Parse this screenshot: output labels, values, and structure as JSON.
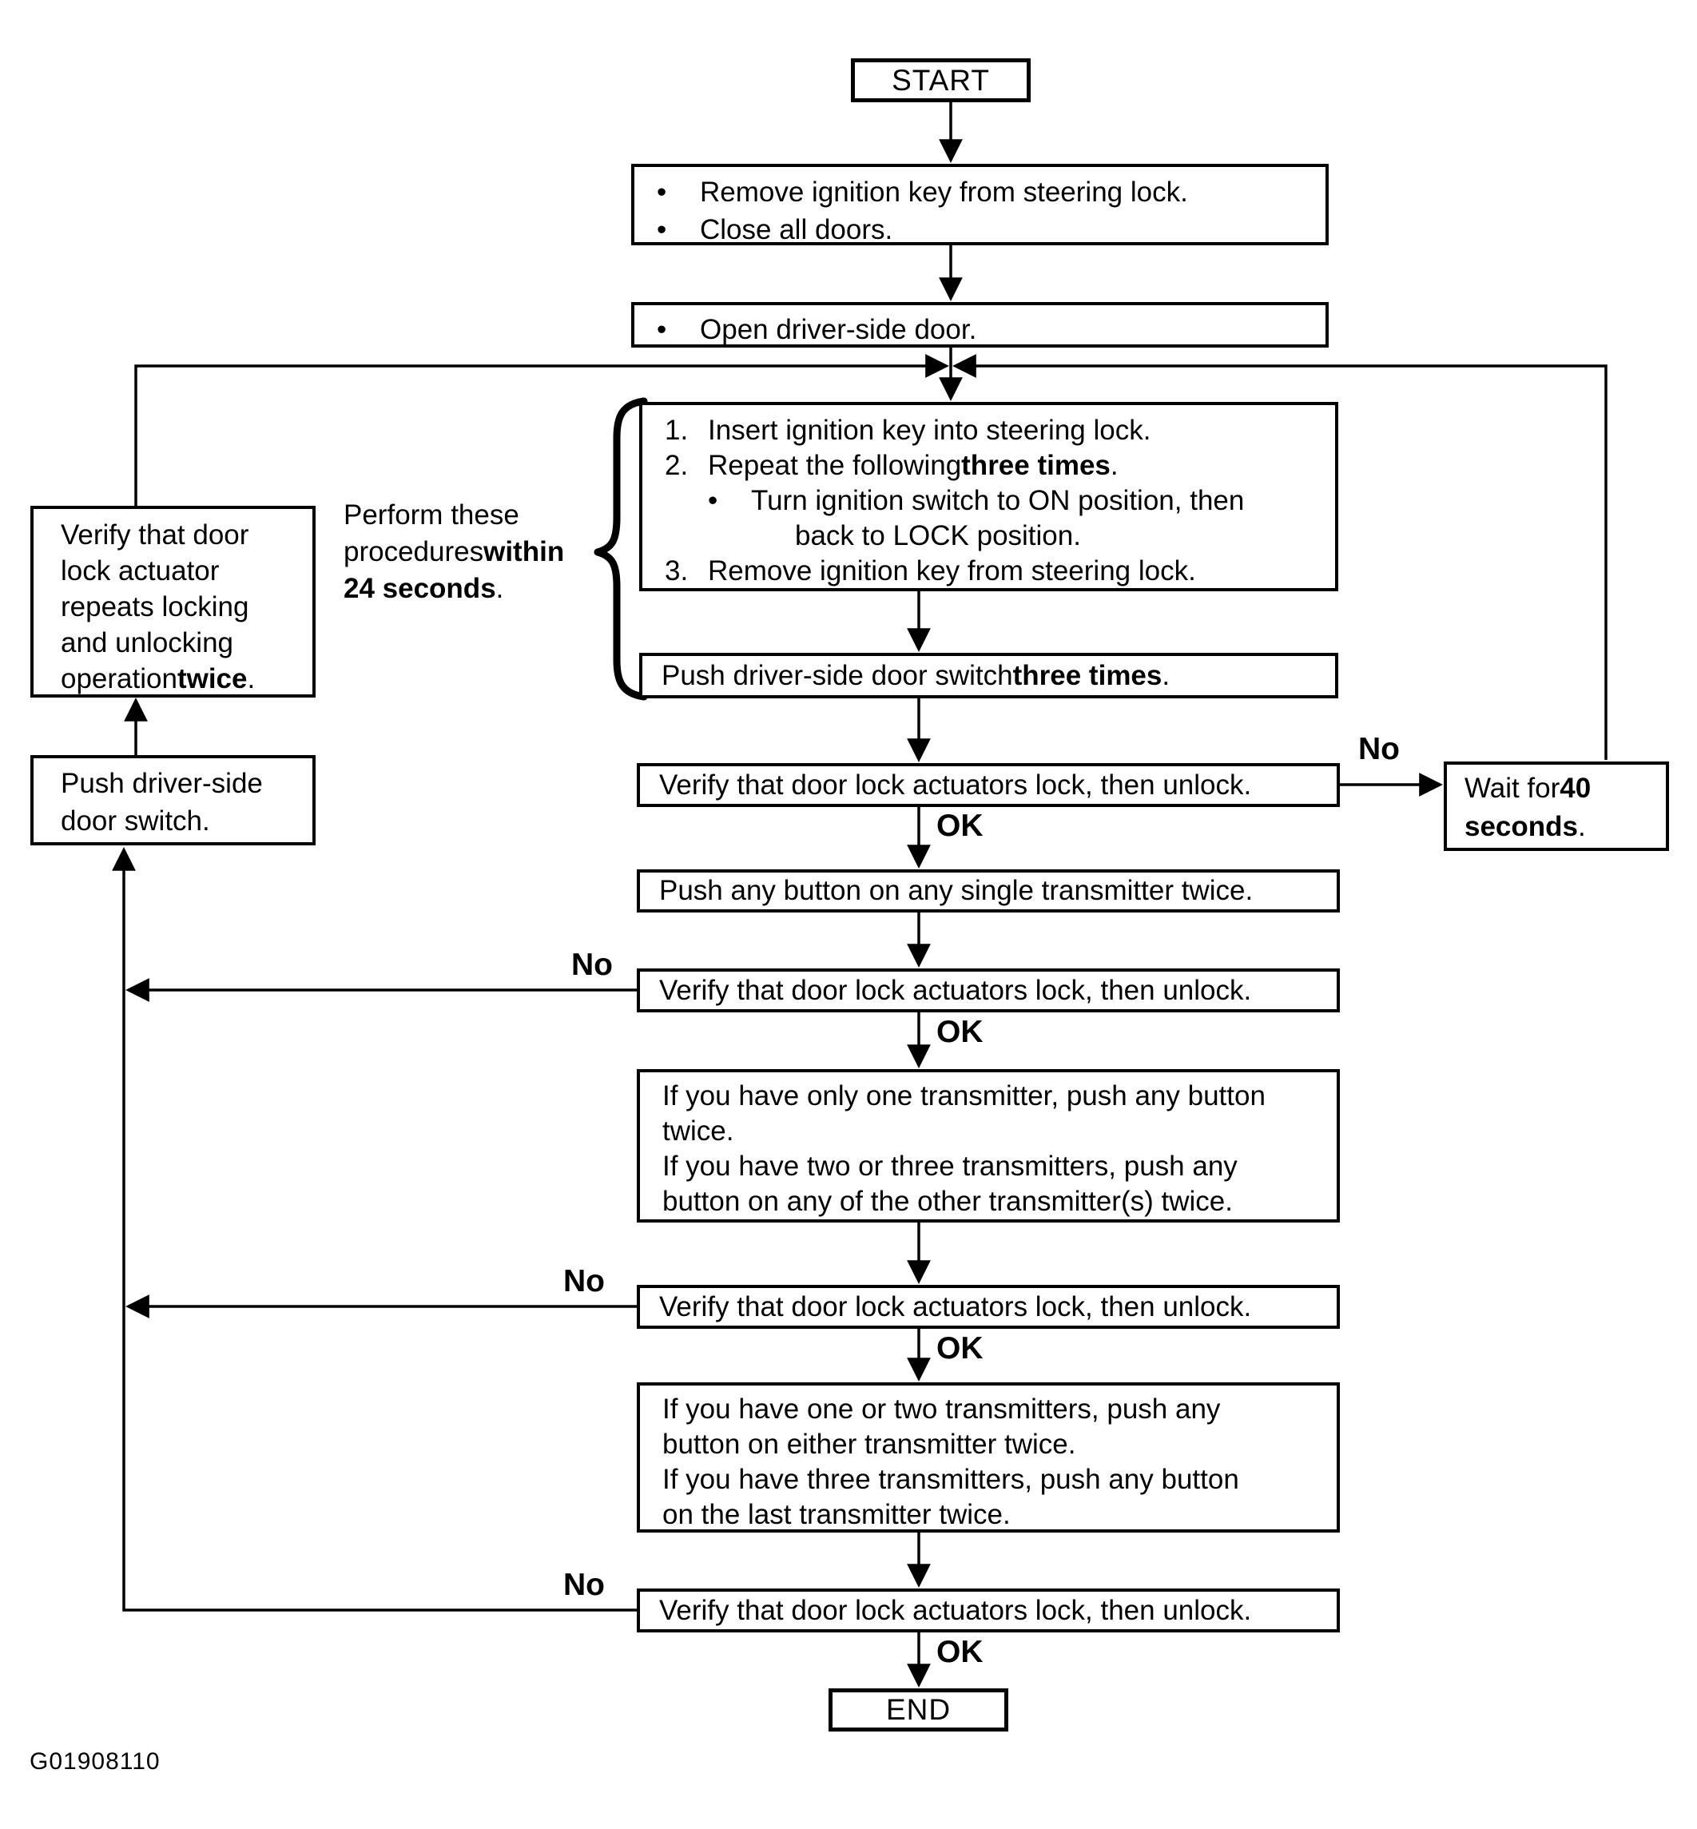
{
  "page": {
    "background": "#ffffff",
    "ink": "#000000",
    "figure_code": "G01908110"
  },
  "labels": {
    "ok_path": "OK",
    "no_path": "No"
  },
  "brace_note": {
    "lines": [
      {
        "segs": [
          {
            "t": "Perform these"
          }
        ]
      },
      {
        "segs": [
          {
            "t": "procedures "
          },
          {
            "t": "within",
            "b": true
          }
        ]
      },
      {
        "segs": [
          {
            "t": "24 seconds",
            "b": true
          },
          {
            "t": "."
          }
        ]
      }
    ]
  },
  "nodes": {
    "start": {
      "label": "START"
    },
    "prepare": {
      "lines": [
        {
          "m": "•",
          "segs": [
            {
              "t": "Remove ignition key from steering lock."
            }
          ]
        },
        {
          "m": "•",
          "segs": [
            {
              "t": "Close all doors."
            }
          ]
        }
      ]
    },
    "open_door": {
      "lines": [
        {
          "m": "•",
          "segs": [
            {
              "t": "Open driver-side door."
            }
          ]
        }
      ]
    },
    "key_cycle": {
      "lines": [
        {
          "m": "1.",
          "segs": [
            {
              "t": "Insert ignition key into steering lock."
            }
          ]
        },
        {
          "m": "2.",
          "segs": [
            {
              "t": "Repeat the following "
            },
            {
              "t": "three times",
              "b": true
            },
            {
              "t": "."
            }
          ]
        },
        {
          "m": "•",
          "ind": 1,
          "segs": [
            {
              "t": "Turn ignition switch to ON position, then"
            }
          ]
        },
        {
          "ind": 2,
          "segs": [
            {
              "t": "back to LOCK position."
            }
          ]
        },
        {
          "m": "3.",
          "segs": [
            {
              "t": "Remove ignition key from steering lock."
            }
          ]
        }
      ]
    },
    "push_switch_three": {
      "lines": [
        {
          "segs": [
            {
              "t": "Push driver-side door switch "
            },
            {
              "t": "three times",
              "b": true
            },
            {
              "t": "."
            }
          ]
        }
      ]
    },
    "verify1": {
      "lines": [
        {
          "segs": [
            {
              "t": "Verify that door lock actuators lock, then unlock."
            }
          ]
        }
      ]
    },
    "wait40": {
      "lines": [
        {
          "segs": [
            {
              "t": "Wait for "
            },
            {
              "t": "40",
              "b": true
            }
          ]
        },
        {
          "segs": [
            {
              "t": "seconds",
              "b": true
            },
            {
              "t": "."
            }
          ]
        }
      ]
    },
    "push_any_single": {
      "lines": [
        {
          "segs": [
            {
              "t": "Push any button on any single transmitter twice."
            }
          ]
        }
      ]
    },
    "verify2": {
      "lines": [
        {
          "segs": [
            {
              "t": "Verify that door lock actuators lock, then unlock."
            }
          ]
        }
      ]
    },
    "second_transmitter": {
      "lines": [
        {
          "segs": [
            {
              "t": "If you have only one transmitter, push any button"
            }
          ]
        },
        {
          "segs": [
            {
              "t": "twice."
            }
          ]
        },
        {
          "segs": [
            {
              "t": "If you have two or three transmitters, push any"
            }
          ]
        },
        {
          "segs": [
            {
              "t": "button on any of the other transmitter(s) twice."
            }
          ]
        }
      ]
    },
    "verify3": {
      "lines": [
        {
          "segs": [
            {
              "t": "Verify that door lock actuators lock, then unlock."
            }
          ]
        }
      ]
    },
    "third_transmitter": {
      "lines": [
        {
          "segs": [
            {
              "t": "If you have one or two transmitters, push any"
            }
          ]
        },
        {
          "segs": [
            {
              "t": "button on either transmitter twice."
            }
          ]
        },
        {
          "segs": [
            {
              "t": "If you have three transmitters, push any button"
            }
          ]
        },
        {
          "segs": [
            {
              "t": "on the last transmitter twice."
            }
          ]
        }
      ]
    },
    "verify4": {
      "lines": [
        {
          "segs": [
            {
              "t": "Verify that door lock actuators lock, then unlock."
            }
          ]
        }
      ]
    },
    "verify_left": {
      "lines": [
        {
          "segs": [
            {
              "t": "Verify that door"
            }
          ]
        },
        {
          "segs": [
            {
              "t": "lock actuator"
            }
          ]
        },
        {
          "segs": [
            {
              "t": "repeats locking"
            }
          ]
        },
        {
          "segs": [
            {
              "t": "and unlocking"
            }
          ]
        },
        {
          "segs": [
            {
              "t": "operation "
            },
            {
              "t": "twice",
              "b": true
            },
            {
              "t": "."
            }
          ]
        }
      ]
    },
    "push_left": {
      "lines": [
        {
          "segs": [
            {
              "t": "Push driver-side"
            }
          ]
        },
        {
          "segs": [
            {
              "t": "door switch."
            }
          ]
        }
      ]
    },
    "end": {
      "label": "END"
    }
  }
}
